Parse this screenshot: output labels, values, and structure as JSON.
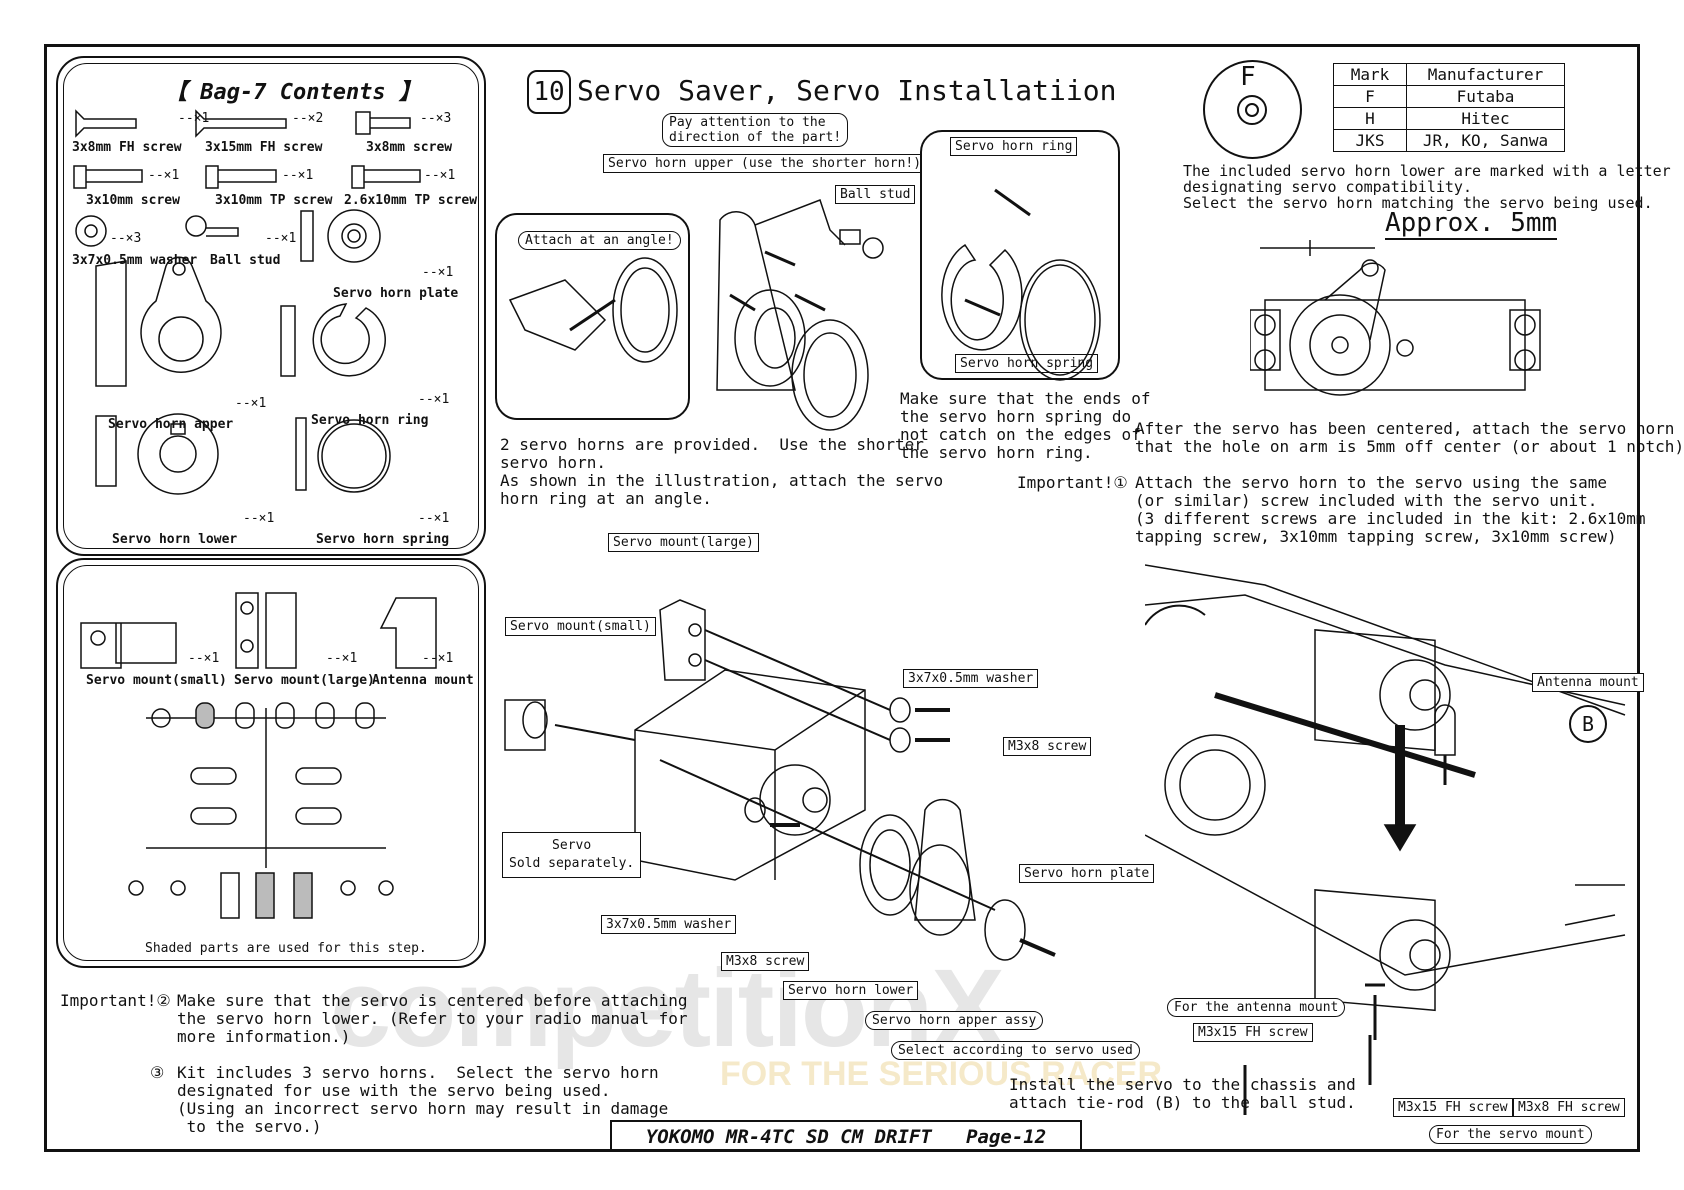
{
  "bag": {
    "title": "【 Bag-7 Contents 】",
    "parts": [
      {
        "name": "3x8mm FH screw",
        "qty": "--×1"
      },
      {
        "name": "3x15mm FH screw",
        "qty": "--×2"
      },
      {
        "name": "3x8mm screw",
        "qty": "--×3"
      },
      {
        "name": "3x10mm screw",
        "qty": "--×1"
      },
      {
        "name": "3x10mm TP screw",
        "qty": "--×1"
      },
      {
        "name": "2.6x10mm TP screw",
        "qty": "--×1"
      },
      {
        "name": "3x7x0.5mm washer",
        "qty": "--×3"
      },
      {
        "name": "Ball stud",
        "qty": "--×1"
      },
      {
        "name": "Servo horn plate",
        "qty": "--×1"
      },
      {
        "name": "Servo horn apper",
        "qty": "--×1"
      },
      {
        "name": "Servo horn ring",
        "qty": "--×1"
      },
      {
        "name": "Servo horn lower",
        "qty": "--×1"
      },
      {
        "name": "Servo horn spring",
        "qty": "--×1"
      }
    ]
  },
  "mounts": {
    "parts": [
      {
        "name": "Servo mount(small)",
        "qty": "--×1"
      },
      {
        "name": "Servo mount(large)",
        "qty": "--×1"
      },
      {
        "name": "Antenna mount",
        "qty": "--×1"
      }
    ],
    "note": "Shaded parts are used for this step."
  },
  "step": {
    "number": "10",
    "title": "Servo Saver, Servo Installatiion"
  },
  "saver": {
    "attention": [
      "Pay attention to the",
      "direction of the part!"
    ],
    "horn_upper": "Servo horn upper (use the shorter horn!)",
    "ball_stud": "Ball stud",
    "attach_angle": "Attach at an angle!",
    "horn_ring": "Servo horn ring",
    "horn_spring": "Servo horn spring",
    "text1": [
      "2 servo horns are provided.  Use the shorter",
      "servo horn.",
      "As shown in the illustration, attach the servo",
      "horn ring at an angle."
    ],
    "text2": [
      "Make sure that the ends of",
      "the servo horn spring do",
      "not catch on the edges of",
      "the servo horn ring."
    ]
  },
  "marks": {
    "letter": "F",
    "headers": [
      "Mark",
      "Manufacturer"
    ],
    "rows": [
      [
        "F",
        "Futaba"
      ],
      [
        "H",
        "Hitec"
      ],
      [
        "JKS",
        "JR, KO, Sanwa"
      ]
    ],
    "note": [
      "The included servo horn lower are marked with a letter",
      "designating servo compatibility.",
      "Select the servo horn matching the servo being used."
    ],
    "approx": "Approx. 5mm",
    "center_text": [
      "After the servo has been centered, attach the servo horn so",
      "that the hole on arm is 5mm off center (or about 1 notch)."
    ]
  },
  "important1": {
    "label": "Important!①",
    "lines": [
      "Attach the servo horn to the servo using the same",
      "(or similar) screw included with the servo unit.",
      "(3 different screws are included in the kit: 2.6x10mm",
      "tapping screw, 3x10mm tapping screw, 3x10mm screw)"
    ]
  },
  "assembly": {
    "mount_large": "Servo mount(large)",
    "mount_small": "Servo mount(small)",
    "washer1": "3x7x0.5mm washer",
    "m3x8_1": "M3x8 screw",
    "servo": [
      "Servo",
      "Sold separately."
    ],
    "horn_plate": "Servo horn plate",
    "washer2": "3x7x0.5mm washer",
    "m3x8_2": "M3x8 screw",
    "horn_lower": "Servo horn lower",
    "horn_apper_assy": "Servo horn apper assy",
    "select": "Select according to servo used"
  },
  "chassis": {
    "antenna_mount": "Antenna mount",
    "b": "B",
    "for_antenna": "For the antenna mount",
    "m3x15_1": "M3x15 FH screw",
    "install": [
      "Install the servo to the chassis and",
      "attach tie-rod (B) to the ball stud."
    ],
    "m3x15_2": "M3x15 FH screw",
    "m3x8fh": "M3x8 FH screw",
    "for_servo": "For the servo mount"
  },
  "important2": {
    "label": "Important!②",
    "lines": [
      "Make sure that the servo is centered before attaching",
      "the servo horn lower. (Refer to your radio manual for",
      "more information.)"
    ]
  },
  "important3": {
    "label": "③",
    "lines": [
      "Kit includes 3 servo horns.  Select the servo horn",
      "designated for use with the servo being used.",
      "(Using an incorrect servo horn may result in damage",
      " to the servo.)"
    ]
  },
  "footer": "YOKOMO MR-4TC SD CM DRIFT   Page-12",
  "watermark": {
    "main": "competitionX",
    "sub": "FOR THE SERIOUS RACER"
  }
}
